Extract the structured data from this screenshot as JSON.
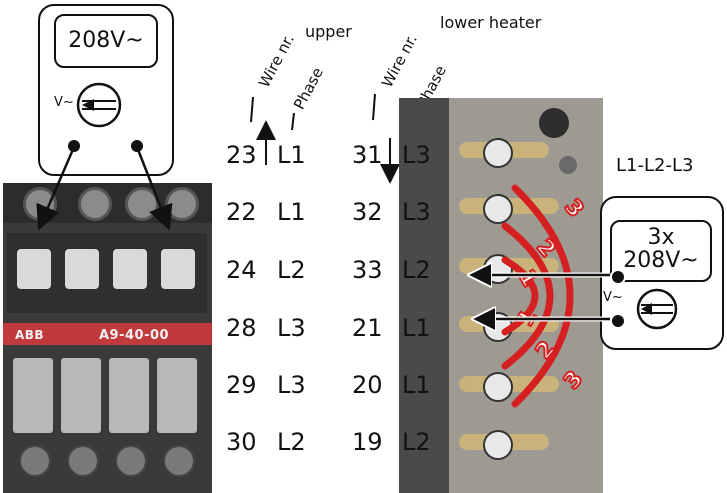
{
  "left_meter": {
    "reading": "208V~",
    "mode_label": "V~"
  },
  "right_meter": {
    "title": "L1-L2-L3",
    "reading_line1": "3x",
    "reading_line2": "208V~",
    "mode_label": "V~"
  },
  "headers": {
    "upper": {
      "wire": "Wire nr.",
      "phase": "Phase",
      "title": "upper"
    },
    "lower": {
      "wire": "Wire nr.",
      "phase": "Phase",
      "title": "lower heater"
    }
  },
  "upper_rows": [
    {
      "wire": "23",
      "phase": "L1"
    },
    {
      "wire": "22",
      "phase": "L1"
    },
    {
      "wire": "24",
      "phase": "L2"
    },
    {
      "wire": "28",
      "phase": "L3"
    },
    {
      "wire": "29",
      "phase": "L3"
    },
    {
      "wire": "30",
      "phase": "L2"
    }
  ],
  "lower_rows": [
    {
      "wire": "31",
      "phase": "L3"
    },
    {
      "wire": "32",
      "phase": "L3"
    },
    {
      "wire": "33",
      "phase": "L2"
    },
    {
      "wire": "21",
      "phase": "L1"
    },
    {
      "wire": "20",
      "phase": "L1"
    },
    {
      "wire": "19",
      "phase": "L2"
    }
  ],
  "contactor": {
    "brand": "ABB",
    "model": "A9-40-00"
  },
  "arc_labels": [
    "3",
    "2",
    "1",
    "1",
    "2",
    "3"
  ],
  "colors": {
    "arc": "#d42020",
    "ink": "#111111",
    "contactor_body": "#3a3a3a",
    "contactor_band": "#c0393b"
  }
}
